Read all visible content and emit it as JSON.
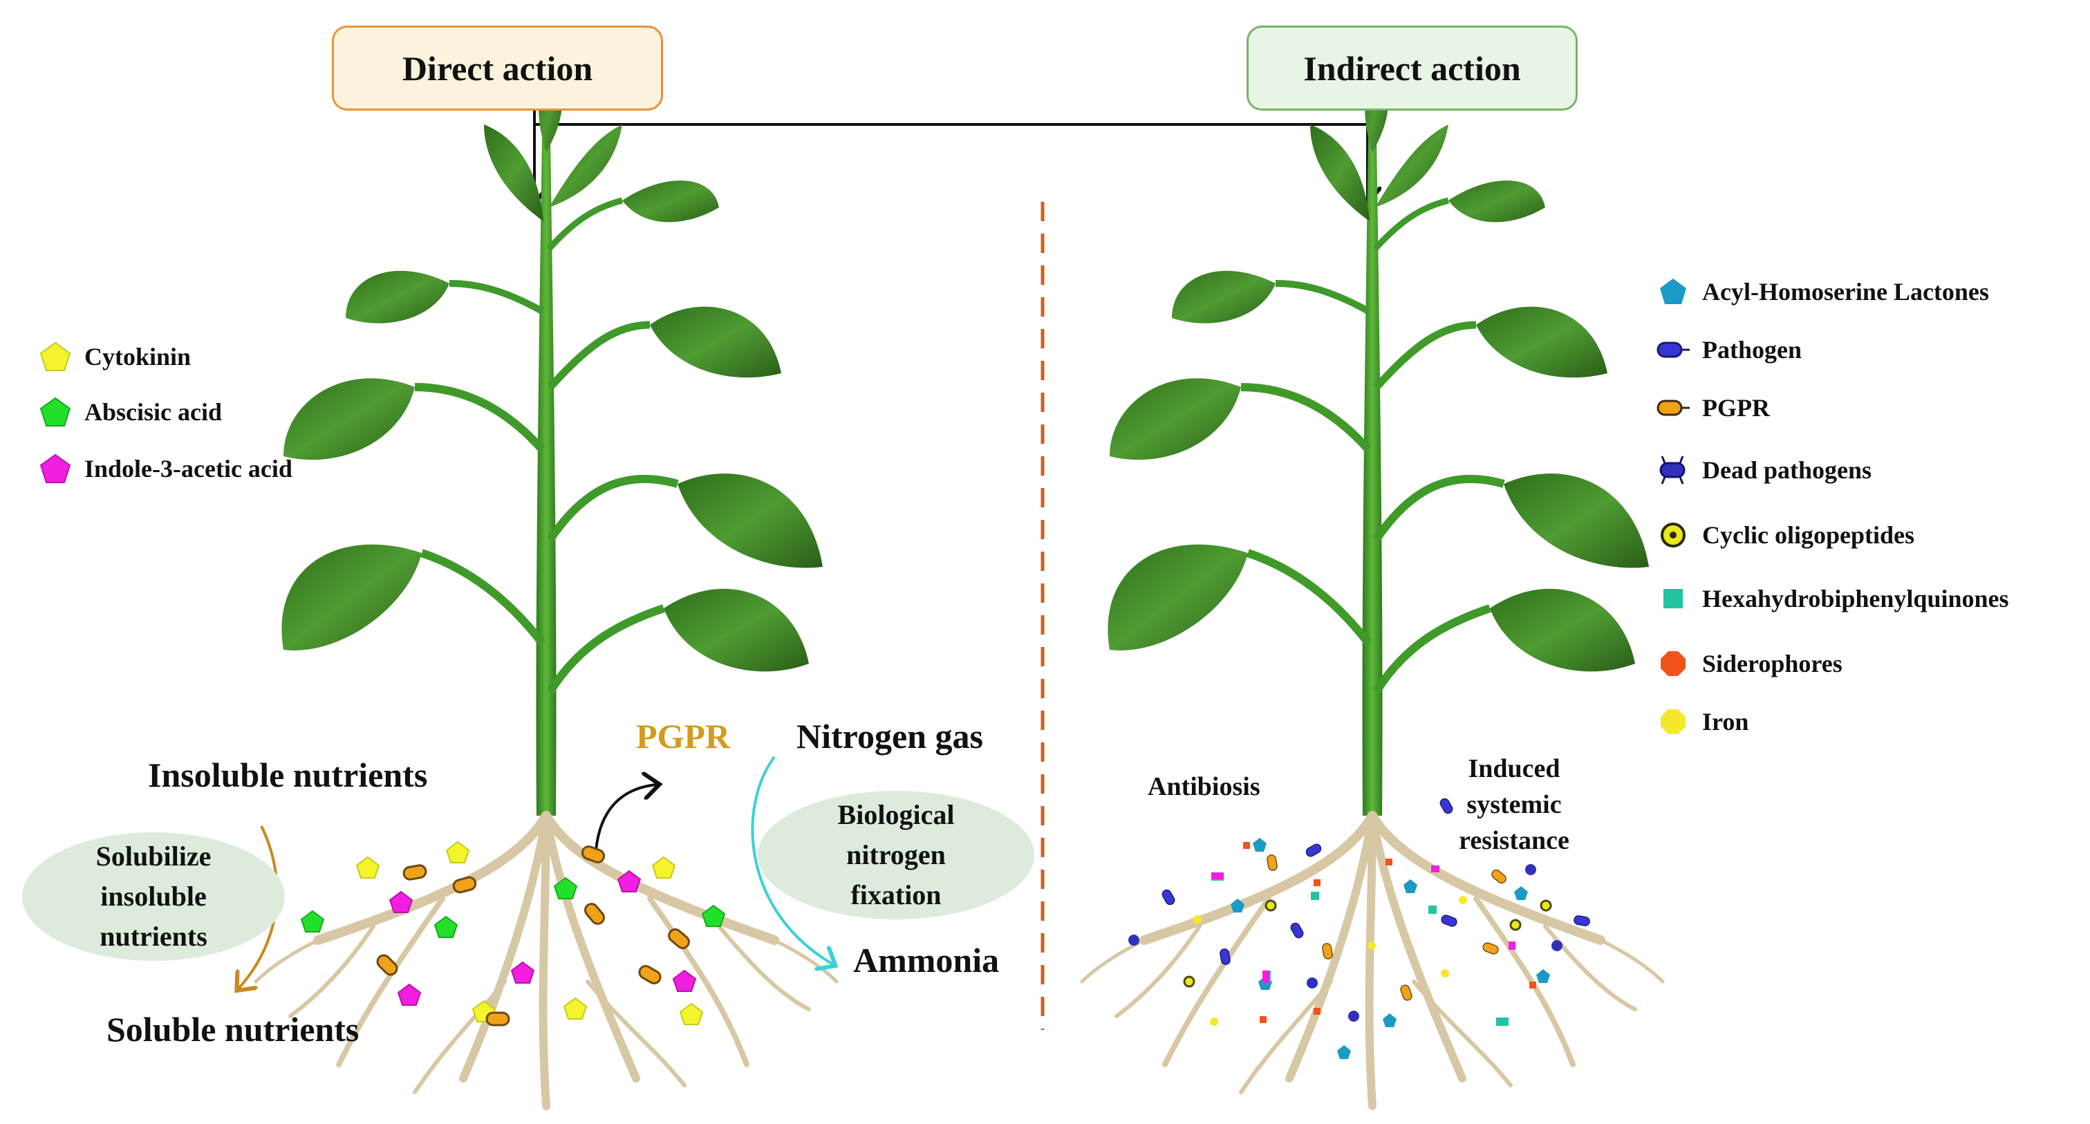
{
  "headers": {
    "direct": "Direct action",
    "indirect": "Indirect action"
  },
  "direct_panel": {
    "legend": [
      {
        "label": "Cytokinin",
        "color": "#f4f42a",
        "shape": "pentagon"
      },
      {
        "label": "Abscisic acid",
        "color": "#22e02a",
        "shape": "pentagon"
      },
      {
        "label": "Indole-3-acetic acid",
        "color": "#f21ee0",
        "shape": "pentagon"
      }
    ],
    "insoluble_label": "Insoluble nutrients",
    "solubilize_bubble": "Solubilize insoluble nutrients",
    "soluble_label": "Soluble nutrients",
    "pgpr_label": "PGPR",
    "nitrogen_gas_label": "Nitrogen gas",
    "fixation_bubble": "Biological nitrogen fixation",
    "ammonia_label": "Ammonia"
  },
  "indirect_panel": {
    "antibiosis_label": "Antibiosis",
    "isr_label": "Induced systemic resistance",
    "legend": [
      {
        "label": "Acyl-Homoserine Lactones",
        "color": "#1a9ac4",
        "shape": "pentagon-icon"
      },
      {
        "label": "Pathogen",
        "color": "#3636d8",
        "shape": "bacterium-icon"
      },
      {
        "label": "PGPR",
        "color": "#f0a21a",
        "shape": "bacterium-icon"
      },
      {
        "label": "Dead pathogens",
        "color": "#3030b8",
        "shape": "dead-pathogen-icon"
      },
      {
        "label": "Cyclic oligopeptides",
        "color": "#e8e81a",
        "shape": "ring-icon"
      },
      {
        "label": "Hexahydrobiphenylquinones",
        "color": "#22c4a0",
        "shape": "square-icon"
      },
      {
        "label": "Siderophores",
        "color": "#f0541a",
        "shape": "octagon-icon"
      },
      {
        "label": "Iron",
        "color": "#f4e82a",
        "shape": "octagon-icon"
      }
    ]
  },
  "colors": {
    "direct_header_fill": "#fdf3dc",
    "direct_header_border": "#e8923a",
    "indirect_header_fill": "#e8f4e4",
    "indirect_header_border": "#78b46a",
    "pgpr_text": "#d49a1a",
    "solubilize_arrow": "#c88a1a",
    "fixation_arrow": "#3ad0d8",
    "divider": "#d0601a",
    "bubble_fill": "#dcebdc",
    "leaf": "#3f8a2a",
    "stem": "#3f9a2a",
    "root": "#d8c7a4"
  }
}
